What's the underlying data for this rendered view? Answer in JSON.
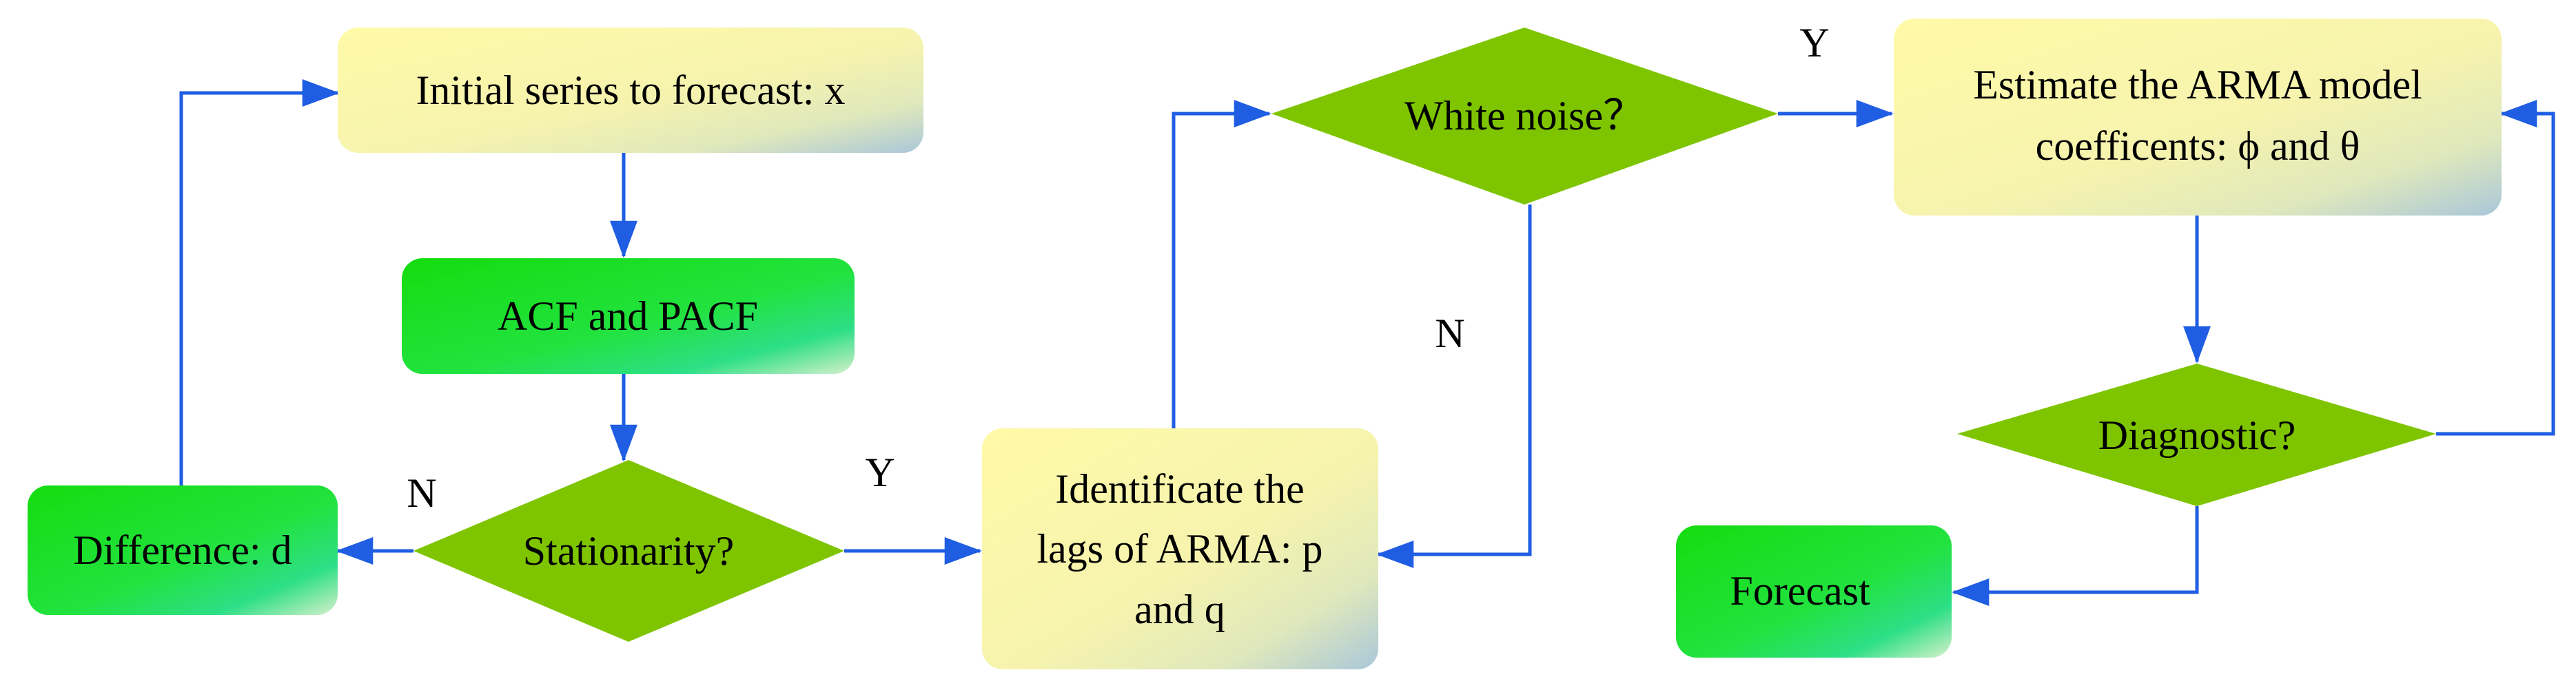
{
  "nodes": {
    "initial_series": "Initial series to forecast: x",
    "acf_pacf": "ACF and PACF",
    "stationarity": "Stationarity?",
    "difference": "Difference: d",
    "identificate_line1": "Identificate the",
    "identificate_line2": "lags of ARMA: p",
    "identificate_line3": "and q",
    "white_noise": "White noise？",
    "estimate_line1": "Estimate the ARMA model",
    "estimate_line2": "coefficents: ϕ and θ",
    "diagnostic": "Diagnostic?",
    "forecast": "Forecast"
  },
  "edge_labels": {
    "stationarity_no": "N",
    "stationarity_yes": "Y",
    "white_noise_yes": "Y",
    "white_noise_no": "N"
  },
  "colors": {
    "arrow": "#1f5de3",
    "diamond": "#7ec500",
    "process_box_light": "#fdf6a6",
    "process_box_green": "#19e01e"
  }
}
